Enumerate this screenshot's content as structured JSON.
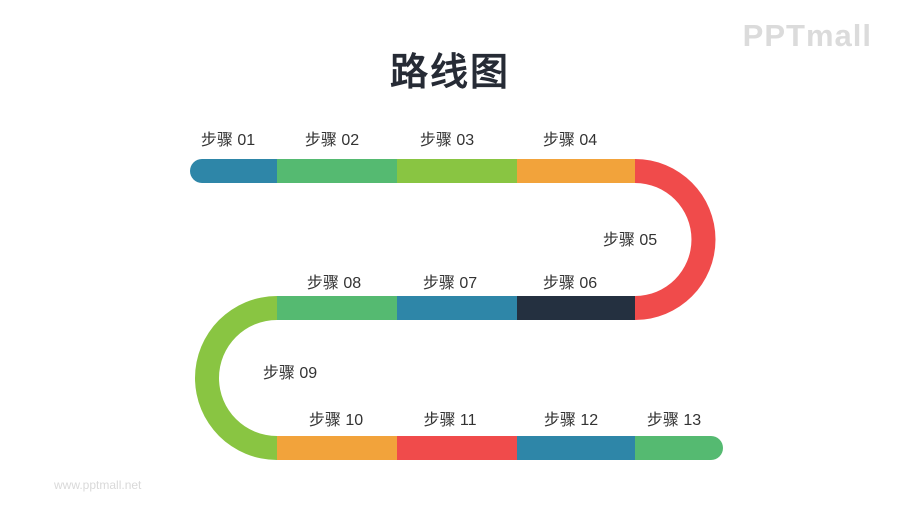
{
  "title": "路线图",
  "logo": "PPTmall",
  "watermark": "www.pptmall.net",
  "palette": {
    "teal": "#2E86A8",
    "green": "#55BA71",
    "lime": "#89C542",
    "orange": "#F2A33B",
    "red": "#F04B4B",
    "navy": "#243040",
    "label_text": "#333333",
    "title_text": "#262B35",
    "logo_gray": "#DBDBDB"
  },
  "steps": [
    {
      "label": "步骤 01",
      "color": "#2E86A8"
    },
    {
      "label": "步骤 02",
      "color": "#55BA71"
    },
    {
      "label": "步骤 03",
      "color": "#89C542"
    },
    {
      "label": "步骤 04",
      "color": "#F2A33B"
    },
    {
      "label": "步骤 05",
      "color": "#F04B4B"
    },
    {
      "label": "步骤 06",
      "color": "#243040"
    },
    {
      "label": "步骤 07",
      "color": "#2E86A8"
    },
    {
      "label": "步骤 08",
      "color": "#55BA71"
    },
    {
      "label": "步骤 09",
      "color": "#89C542"
    },
    {
      "label": "步骤 10",
      "color": "#F2A33B"
    },
    {
      "label": "步骤 11",
      "color": "#F04B4B"
    },
    {
      "label": "步骤 12",
      "color": "#2E86A8"
    },
    {
      "label": "步骤 13",
      "color": "#55BA71"
    }
  ]
}
